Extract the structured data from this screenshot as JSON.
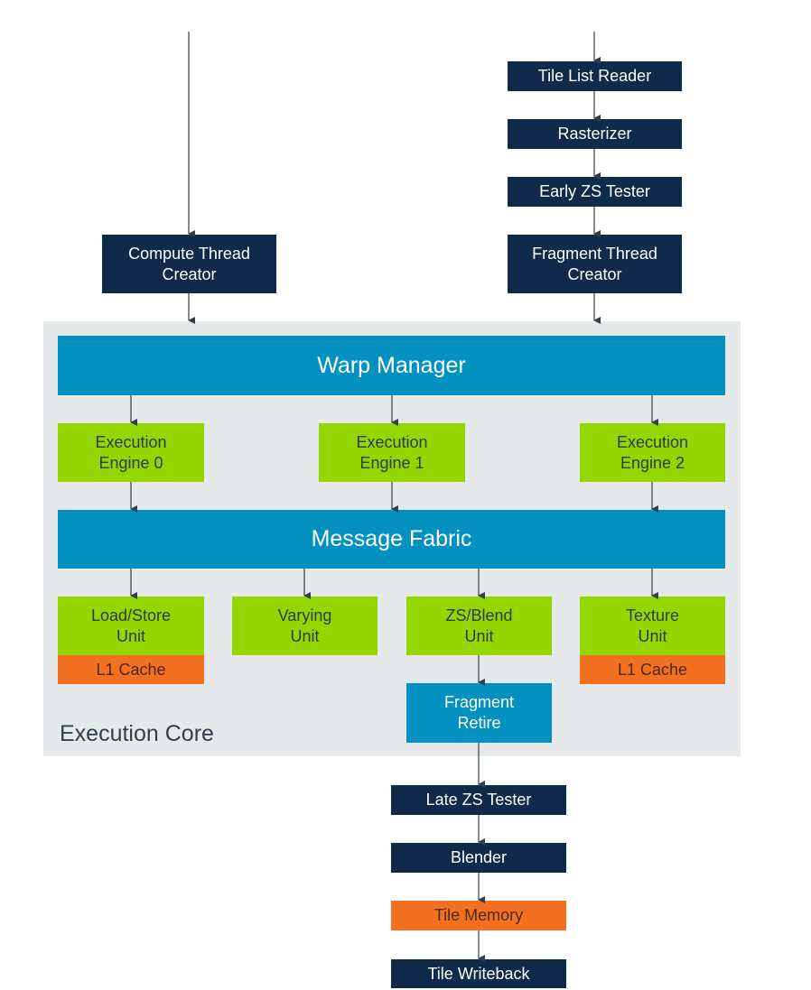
{
  "top_pipeline": {
    "tile_list_reader": "Tile List Reader",
    "rasterizer": "Rasterizer",
    "early_zs_tester": "Early ZS Tester",
    "fragment_thread_creator": [
      "Fragment Thread",
      "Creator"
    ],
    "compute_thread_creator": [
      "Compute Thread",
      "Creator"
    ]
  },
  "core": {
    "label": "Execution Core",
    "warp_manager": "Warp Manager",
    "message_fabric": "Message Fabric",
    "engines": [
      [
        "Execution",
        "Engine 0"
      ],
      [
        "Execution",
        "Engine 1"
      ],
      [
        "Execution",
        "Engine 2"
      ]
    ],
    "units": {
      "load_store": [
        "Load/Store",
        "Unit"
      ],
      "varying": [
        "Varying",
        "Unit"
      ],
      "zs_blend": [
        "ZS/Blend",
        "Unit"
      ],
      "texture": [
        "Texture",
        "Unit"
      ]
    },
    "l1_cache": "L1 Cache",
    "fragment_retire": [
      "Fragment",
      "Retire"
    ]
  },
  "bottom_pipeline": {
    "late_zs_tester": "Late ZS Tester",
    "blender": "Blender",
    "tile_memory": "Tile Memory",
    "tile_writeback": "Tile Writeback"
  },
  "colors": {
    "navy": "#0f2a4a",
    "blue": "#0391c1",
    "green": "#95d500",
    "orange": "#f37021",
    "core_background": "#e5e9ea"
  }
}
